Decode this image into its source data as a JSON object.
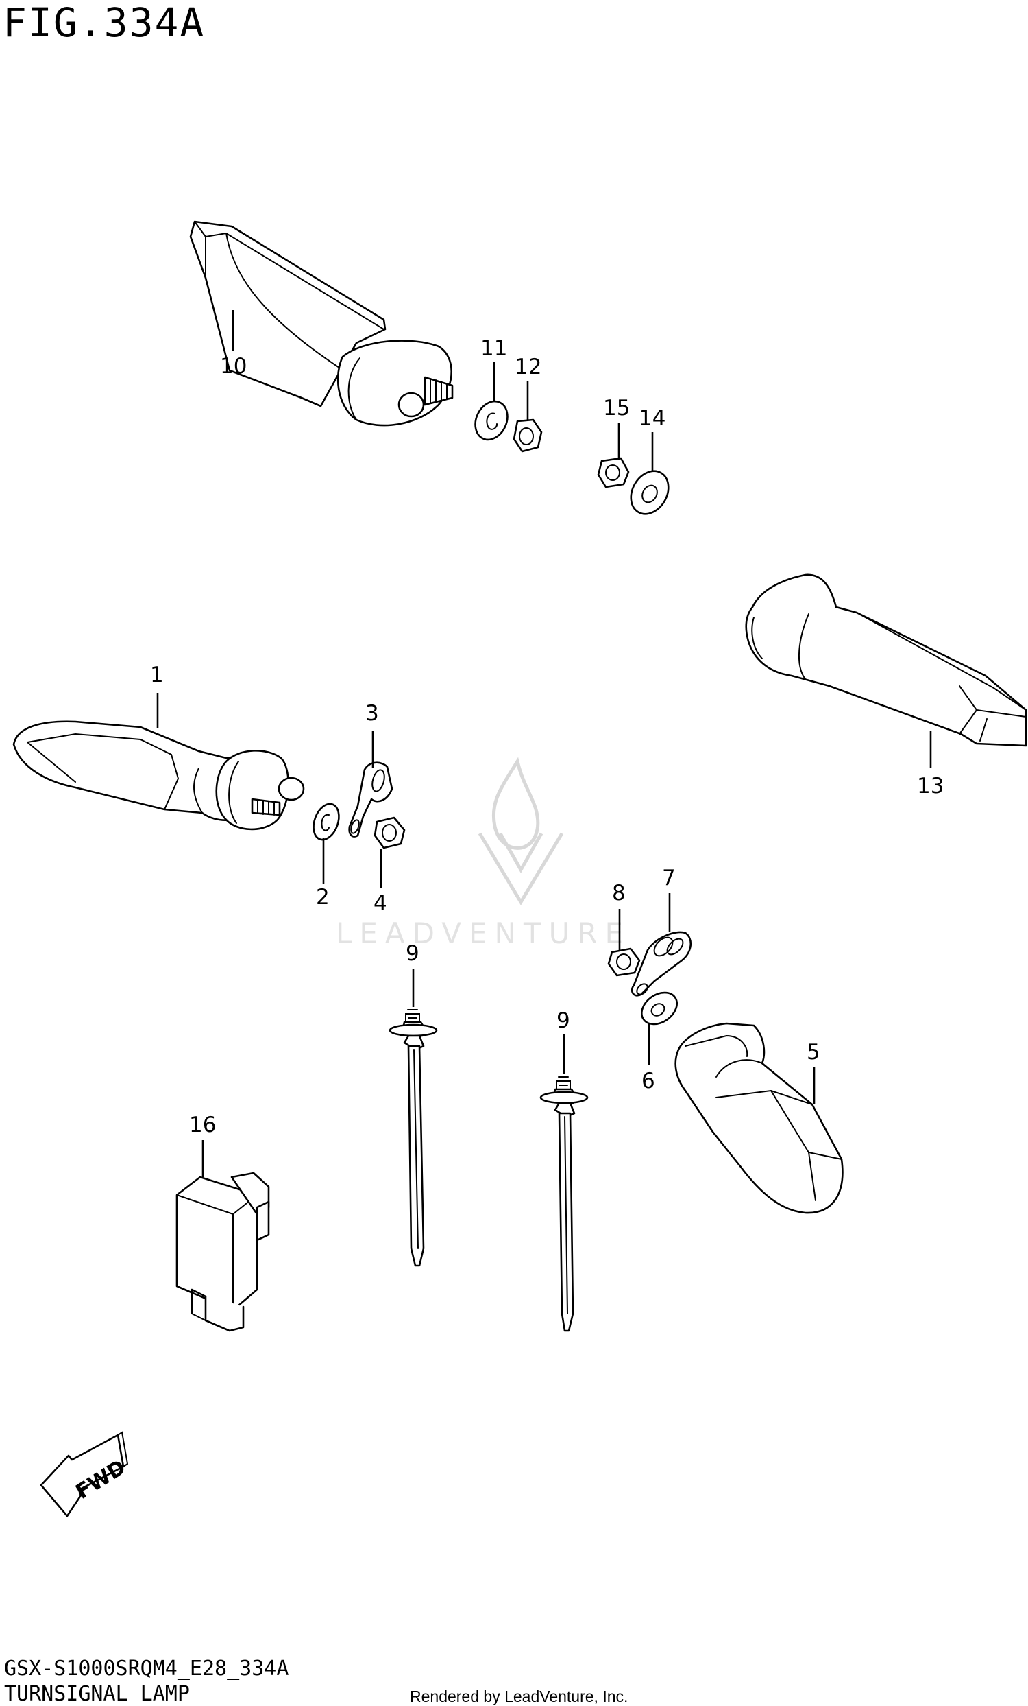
{
  "figure": {
    "title": "FIG.334A",
    "model_code": "GSX-S1000SRQM4_E28_334A",
    "group_name": "TURNSIGNAL LAMP",
    "rendered_by": "Rendered by LeadVenture, Inc."
  },
  "watermark": {
    "text": "LEADVENTURE"
  },
  "fwd_arrow": {
    "label": "FWD"
  },
  "callouts": [
    "1",
    "2",
    "3",
    "4",
    "5",
    "6",
    "7",
    "8",
    "9",
    "9",
    "10",
    "11",
    "12",
    "13",
    "14",
    "15",
    "16"
  ],
  "colors": {
    "line": "#000000",
    "background": "#ffffff",
    "watermark": "#d8d8d8"
  }
}
